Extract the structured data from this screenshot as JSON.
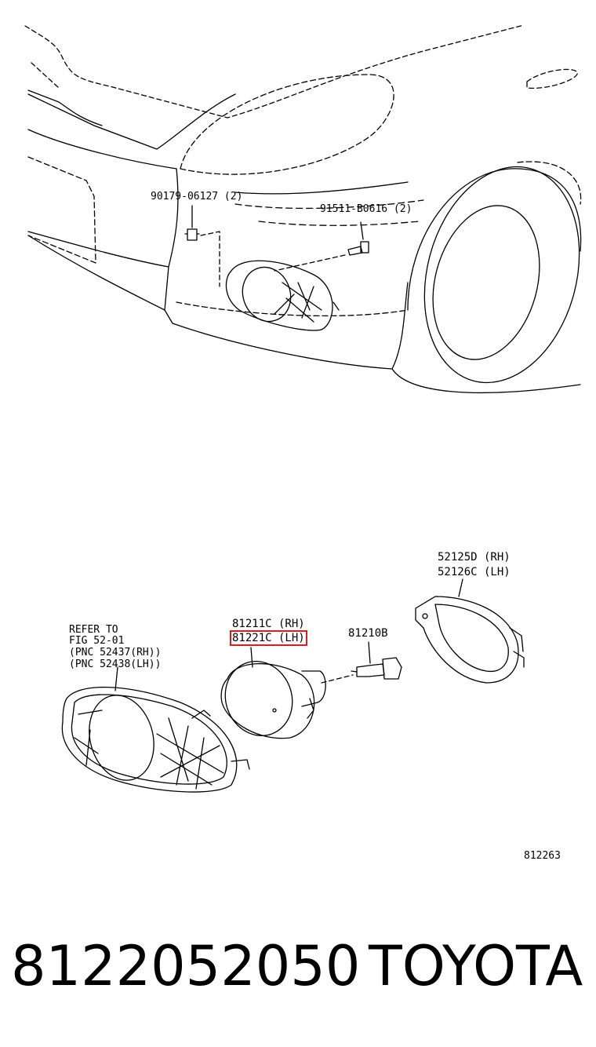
{
  "top_assembly": {
    "clip_part": "90179-06127 (2)",
    "screw_part": "91511-B0616 (2)"
  },
  "exploded_view": {
    "bezel_note": {
      "line1": "REFER TO",
      "line2": "FIG 52-01",
      "line3": "(PNC 52437(RH))",
      "line4": "(PNC 52438(LH))"
    },
    "fog_lamp_rh": "81211C (RH)",
    "fog_lamp_lh": "81221C (LH)",
    "bulb": "81210B",
    "bracket_rh": "52125D (RH)",
    "bracket_lh": "52126C (LH)",
    "drawing_number": "812263"
  },
  "footer": {
    "part_number": "8122052050",
    "brand": "TOYOTA"
  },
  "colors": {
    "line": "#000000",
    "highlight": "#e01b1b",
    "background": "#ffffff"
  }
}
